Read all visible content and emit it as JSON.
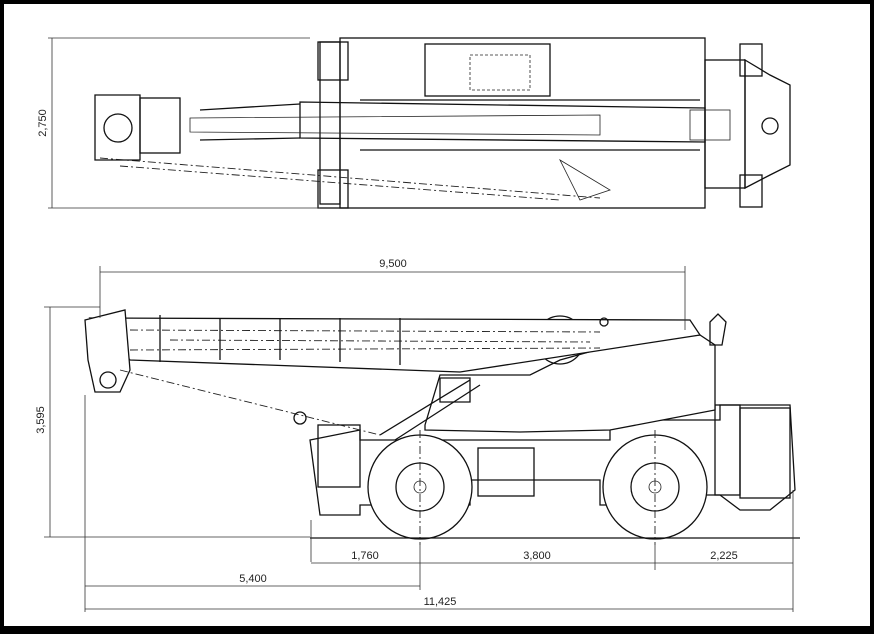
{
  "title": "Rough terrain crane general dimensions",
  "dimensions": {
    "overall_width": "2,750",
    "boom_length": "9,500",
    "overall_height": "3,595",
    "front_overhang": "1,760",
    "wheelbase": "3,800",
    "rear_overhang": "2,225",
    "boom_tip_to_front_axle": "5,400",
    "overall_length": "11,425"
  },
  "colors": {
    "line": "#111111",
    "background": "#ffffff",
    "frame": "#000000"
  }
}
